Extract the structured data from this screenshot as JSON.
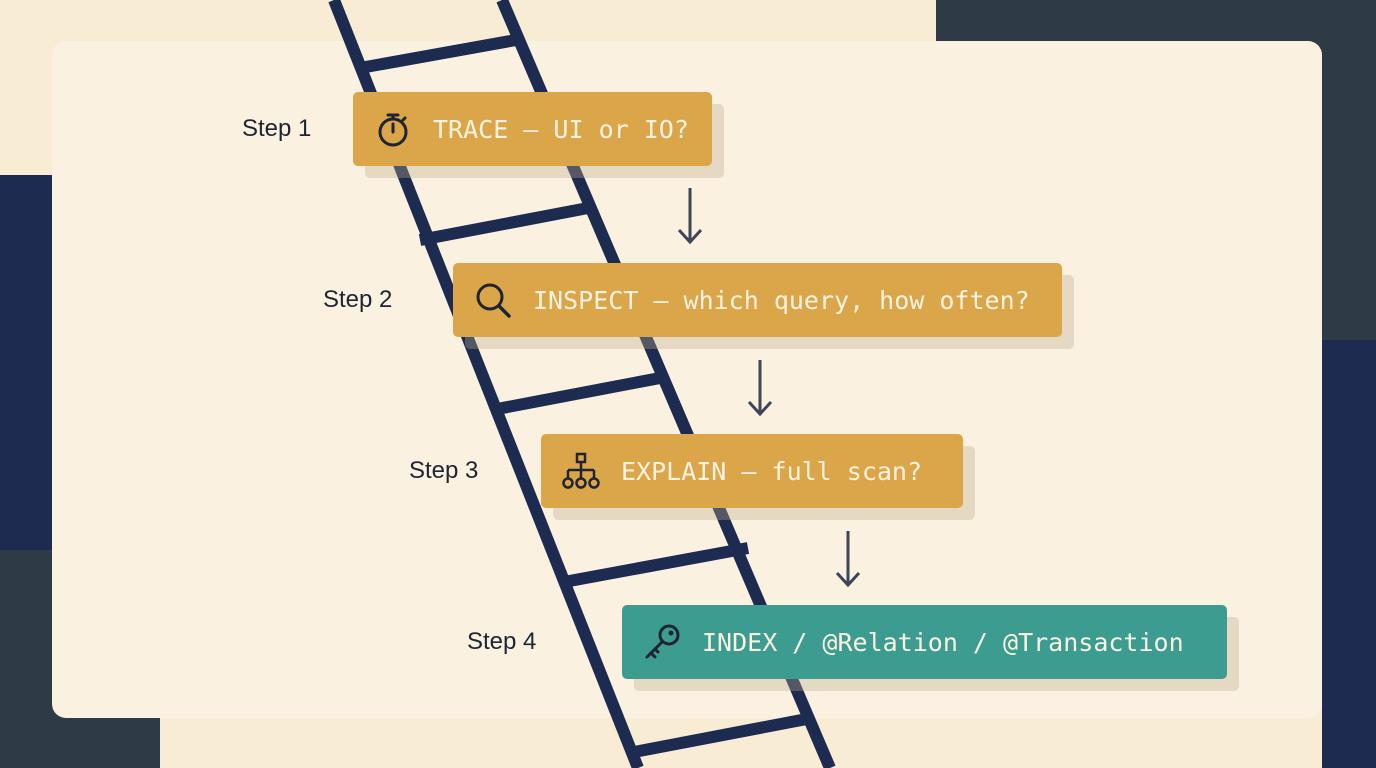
{
  "steps": [
    {
      "label": "Step 1",
      "text": "TRACE — UI or IO?",
      "icon": "stopwatch-icon"
    },
    {
      "label": "Step 2",
      "text": "INSPECT — which query, how often?",
      "icon": "magnifier-icon"
    },
    {
      "label": "Step 3",
      "text": "EXPLAIN — full scan?",
      "icon": "hierarchy-icon"
    },
    {
      "label": "Step 4",
      "text": "INDEX / @Relation / @Transaction",
      "icon": "key-icon"
    }
  ],
  "colors": {
    "step_box": "#dba649",
    "final_box": "#3c9c8f",
    "ladder": "#1c2b4f",
    "arrow": "#3d4656",
    "panel": "#faf1e0"
  }
}
